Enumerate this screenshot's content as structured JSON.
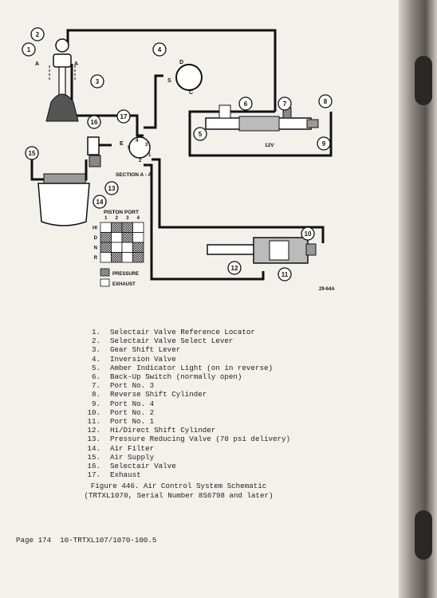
{
  "diagram": {
    "callouts": [
      "1",
      "2",
      "3",
      "4",
      "5",
      "6",
      "7",
      "8",
      "9",
      "10",
      "11",
      "12",
      "13",
      "14",
      "15",
      "16",
      "17"
    ],
    "letters": {
      "a_left": "A",
      "a_right": "A",
      "d": "D",
      "s": "S",
      "c": "C",
      "e": "E"
    },
    "port_nums": [
      "1",
      "2",
      "3",
      "4",
      "5"
    ],
    "section_label": "SECTION A - A",
    "voltage_label": "12V",
    "figure_code": "29-64A",
    "piston_port": {
      "title": "PISTON PORT",
      "columns": [
        "1",
        "2",
        "3",
        "4"
      ],
      "rows": [
        "HI",
        "D",
        "N",
        "R"
      ],
      "pattern": [
        [
          "exhaust",
          "pressure",
          "pressure",
          "exhaust"
        ],
        [
          "pressure",
          "exhaust",
          "pressure",
          "exhaust"
        ],
        [
          "pressure",
          "exhaust",
          "exhaust",
          "pressure"
        ],
        [
          "exhaust",
          "pressure",
          "exhaust",
          "pressure"
        ]
      ]
    },
    "key": {
      "pressure": "PRESSURE",
      "exhaust": "EXHAUST"
    }
  },
  "legend": [
    {
      "num": "1.",
      "text": "Selectair Valve Reference Locator"
    },
    {
      "num": "2.",
      "text": "Selectair Valve Select Lever"
    },
    {
      "num": "3.",
      "text": "Gear Shift Lever"
    },
    {
      "num": "4.",
      "text": "Inversion Valve"
    },
    {
      "num": "5.",
      "text": "Amber Indicator Light (on in reverse)"
    },
    {
      "num": "6.",
      "text": "Back-Up Switch (normally open)"
    },
    {
      "num": "7.",
      "text": "Port No. 3"
    },
    {
      "num": "8.",
      "text": "Reverse Shift Cylinder"
    },
    {
      "num": "9.",
      "text": "Port No. 4"
    },
    {
      "num": "10.",
      "text": "Port No. 2"
    },
    {
      "num": "11.",
      "text": "Port No. 1"
    },
    {
      "num": "12.",
      "text": "Hi/Direct Shift Cylinder"
    },
    {
      "num": "13.",
      "text": "Pressure Reducing Valve (70 psi delivery)"
    },
    {
      "num": "14.",
      "text": "Air Filter"
    },
    {
      "num": "15.",
      "text": "Air Supply"
    },
    {
      "num": "16.",
      "text": "Selectair Valve"
    },
    {
      "num": "17.",
      "text": "Exhaust"
    }
  ],
  "caption": {
    "line1": "Figure 446.  Air Control System Schematic",
    "line2": "(TRTXL1070, Serial Number 8S6798 and later)"
  },
  "footer": "Page 174  10-TRTXL107/1070-100.5"
}
